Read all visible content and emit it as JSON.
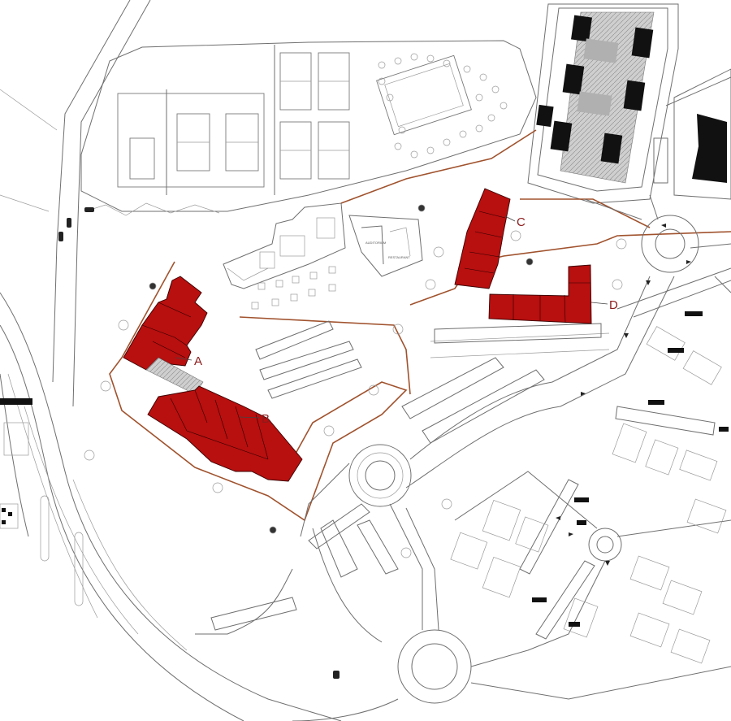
{
  "plan": {
    "building_labels": [
      {
        "id": "A",
        "text": "A"
      },
      {
        "id": "B",
        "text": "B"
      },
      {
        "id": "C",
        "text": "C"
      },
      {
        "id": "D",
        "text": "D"
      }
    ],
    "colors": {
      "building_fill": "#b80f0f",
      "boundary": "#a0522d",
      "linework": "#6f6f6f"
    },
    "icons": [
      "tree-icon",
      "car-icon",
      "roundabout-icon",
      "arrow-icon"
    ]
  }
}
